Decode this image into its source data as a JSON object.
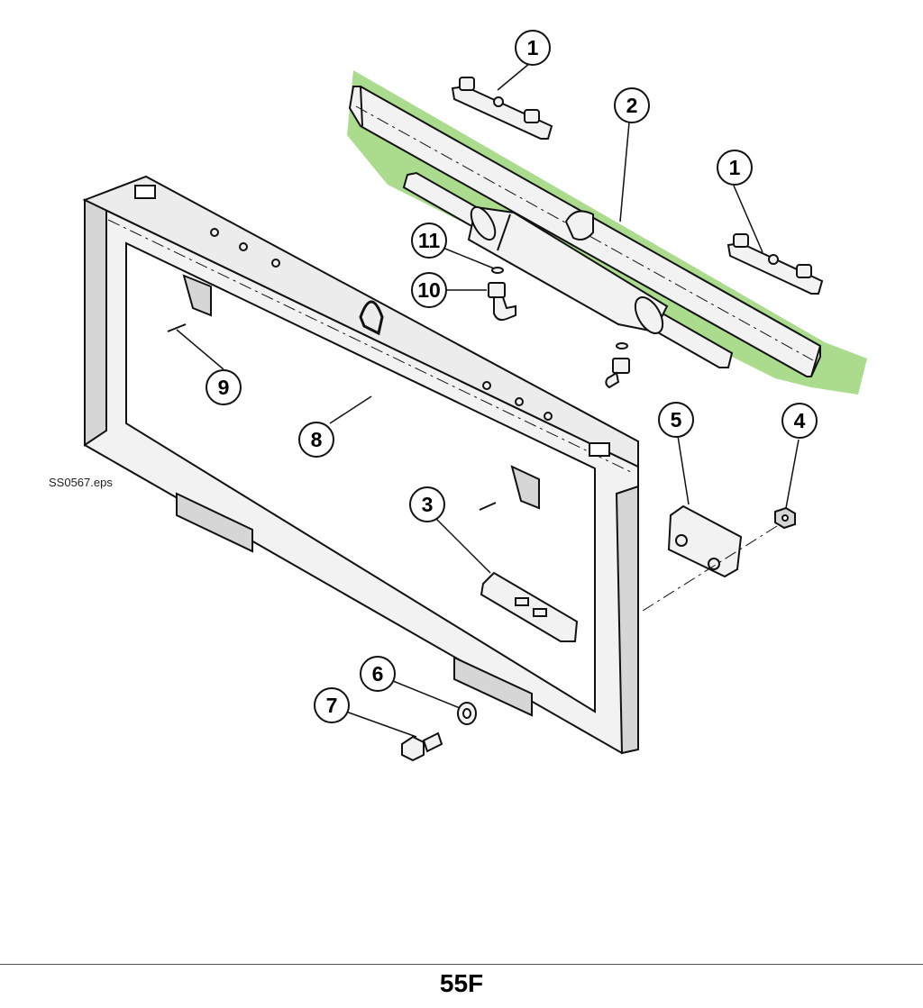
{
  "diagram": {
    "file_label": "SS0567.eps",
    "page_ref": "55F",
    "callouts": [
      "1",
      "1",
      "2",
      "3",
      "4",
      "5",
      "6",
      "7",
      "8",
      "9",
      "10",
      "11"
    ],
    "colors": {
      "highlight": "#8fd068",
      "line": "#111111",
      "part_fill": "#f2f2f2",
      "shade": "#d6d6d6"
    }
  }
}
